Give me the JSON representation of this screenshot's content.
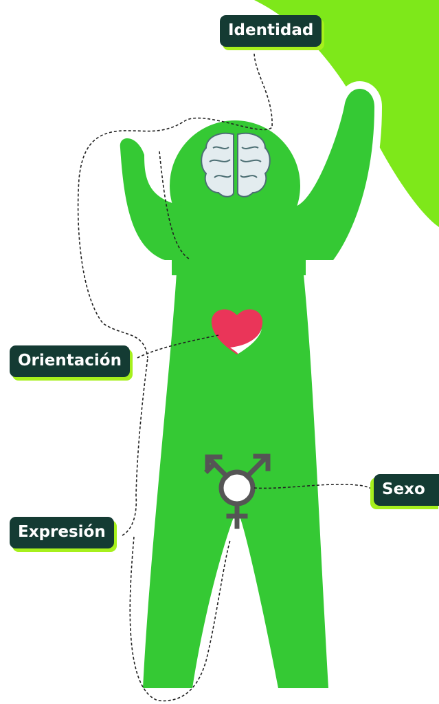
{
  "labels": {
    "identidad": "Identidad",
    "orientacion": "Orientación",
    "sexo": "Sexo",
    "expresion": "Expresión"
  },
  "colors": {
    "body": "#35c934",
    "accent_blob": "#7ee81a",
    "tag_bg": "#143b33",
    "tag_shadow": "#a6f01c",
    "heart": "#ea3559",
    "symbol": "#555555"
  },
  "icons": {
    "brain": "brain-icon",
    "heart": "heart-icon",
    "gender": "transgender-symbol-icon"
  }
}
